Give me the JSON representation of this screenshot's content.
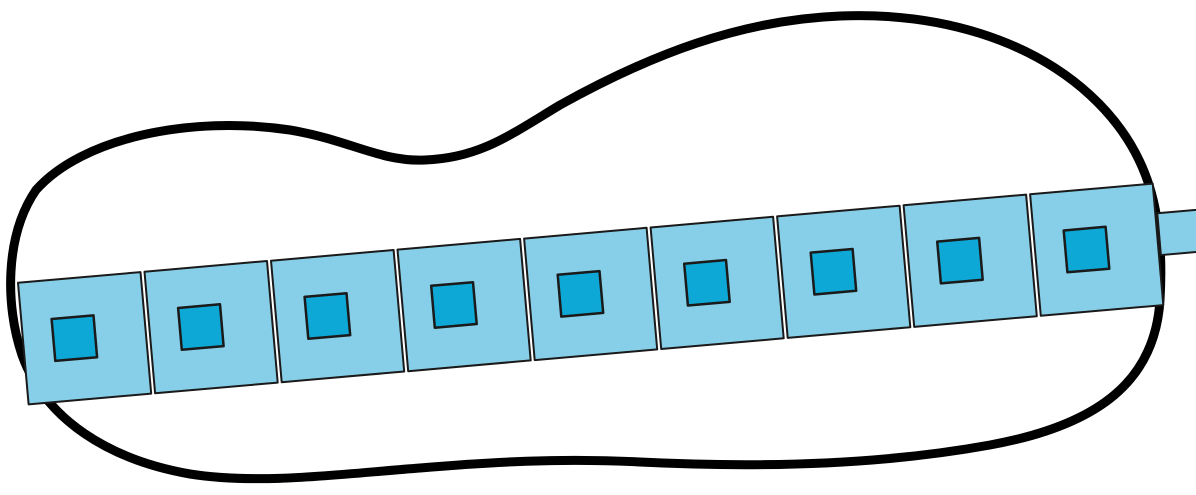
{
  "diagram": {
    "type": "ruler-inside-closed-curve",
    "outline": {
      "shape": "peanut-shaped closed curve",
      "stroke_color": "#000000",
      "fill_color": "#ffffff"
    },
    "ruler": {
      "unit_count": 9,
      "continues_past_right_edge": true,
      "unit_fill_color": "#87cfe8",
      "marker_fill_color": "#0ea8d6",
      "stroke_color": "#1a1a1a"
    }
  }
}
